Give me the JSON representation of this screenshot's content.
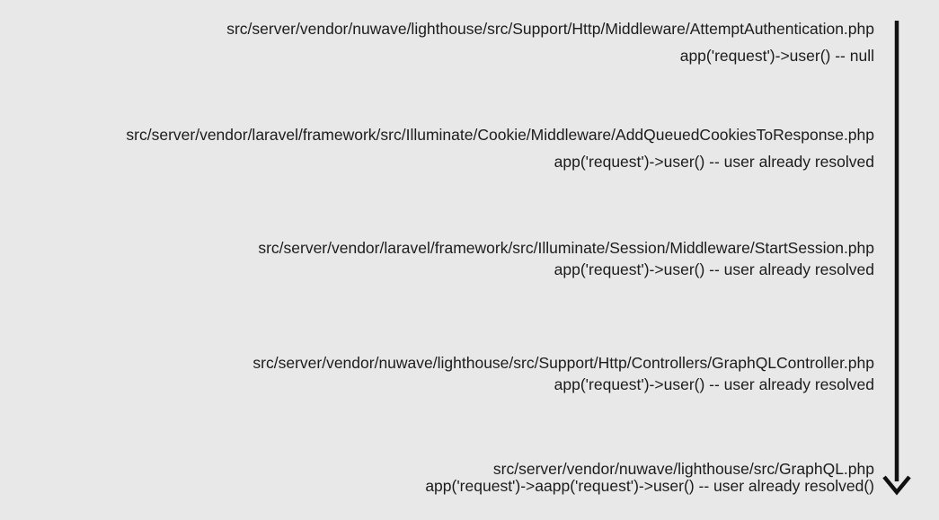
{
  "colors": {
    "background": "#e8e8e8",
    "text": "#1c1c1c",
    "arrow": "#111111"
  },
  "diagram": {
    "description": "request middleware execution order flow",
    "arrow_direction": "down"
  },
  "steps": [
    {
      "path": "src/server/vendor/nuwave/lighthouse/src/Support/Http/Middleware/AttemptAuthentication.php",
      "code": "app('request')->user() -- null"
    },
    {
      "path": "src/server/vendor/laravel/framework/src/Illuminate/Cookie/Middleware/AddQueuedCookiesToResponse.php",
      "code": "app('request')->user() -- user already resolved"
    },
    {
      "path": "src/server/vendor/laravel/framework/src/Illuminate/Session/Middleware/StartSession.php",
      "code": "app('request')->user() -- user already resolved"
    },
    {
      "path": "src/server/vendor/nuwave/lighthouse/src/Support/Http/Controllers/GraphQLController.php",
      "code": "app('request')->user() -- user already resolved"
    },
    {
      "path": "src/server/vendor/nuwave/lighthouse/src/GraphQL.php",
      "code": "app('request')->aapp('request')->user() -- user already resolved()"
    }
  ]
}
